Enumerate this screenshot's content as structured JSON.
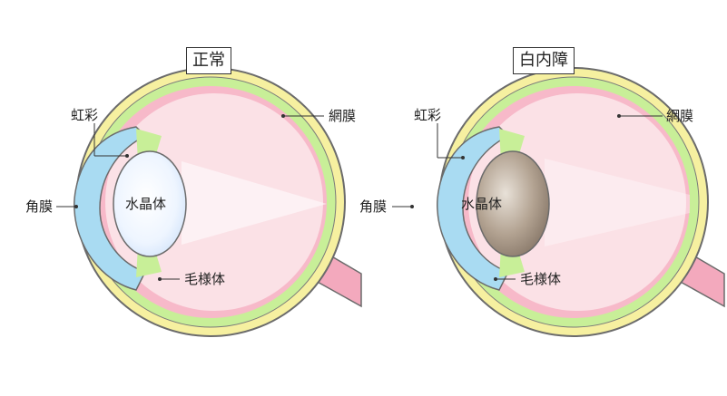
{
  "colors": {
    "sclera_outer": "#f6f0a0",
    "sclera_border": "#6b6b6b",
    "choroid": "#c8ef98",
    "retina": "#f7b9c9",
    "vitreous": "#fbe1e6",
    "cornea": "#a9dbf2",
    "normal_lens": "#f4f8ff",
    "cataract_lens": "#b3a392",
    "optic_nerve": "#f3a9bd"
  },
  "diagrams": [
    {
      "title": "正常",
      "labels": {
        "iris": "虹彩",
        "retina": "網膜",
        "cornea": "角膜",
        "lens": "水晶体",
        "ciliary": "毛様体"
      },
      "lens_state": "clear"
    },
    {
      "title": "白内障",
      "labels": {
        "iris": "虹彩",
        "retina": "網膜",
        "cornea": "角膜",
        "lens": "水晶体",
        "ciliary": "毛様体"
      },
      "lens_state": "cloudy"
    }
  ]
}
